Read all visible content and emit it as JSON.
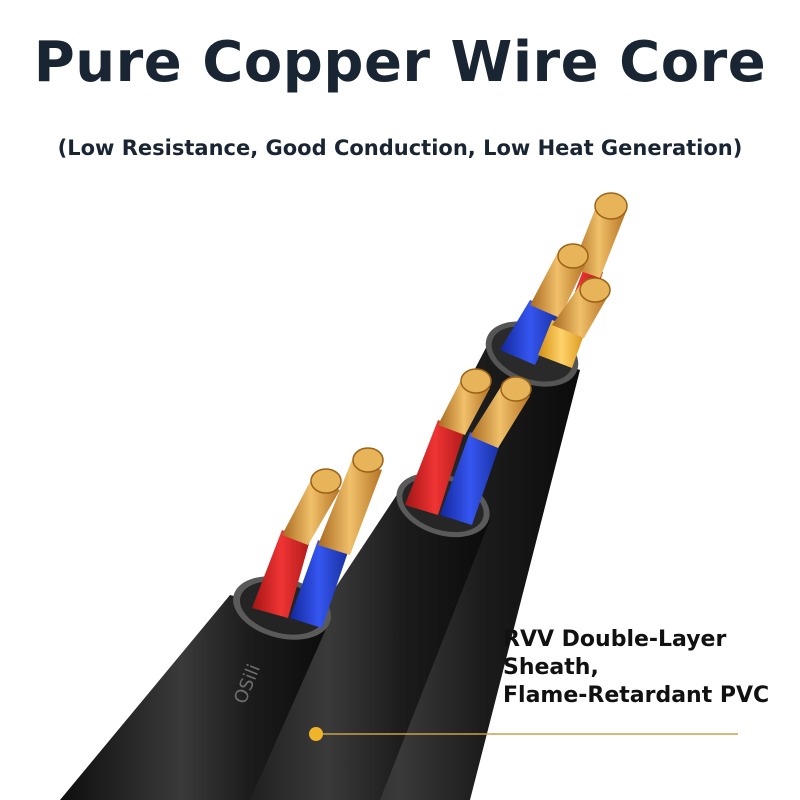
{
  "header": {
    "title": "Pure Copper Wire Core",
    "subtitle": "(Low Resistance, Good Conduction, Low Heat Generation)"
  },
  "callout": {
    "lines": [
      "RVV Double-Layer",
      "Sheath,",
      "Flame-Retardant PVC"
    ],
    "marker_color": "#f0b429"
  },
  "cable": {
    "sheath_text": "OSili",
    "colors": {
      "sheath": "#1b1b1b",
      "copper": "#d4963a",
      "red_insulation": "#e02424",
      "blue_insulation": "#1f3fd6",
      "yellow_insulation": "#f5b32a"
    }
  }
}
